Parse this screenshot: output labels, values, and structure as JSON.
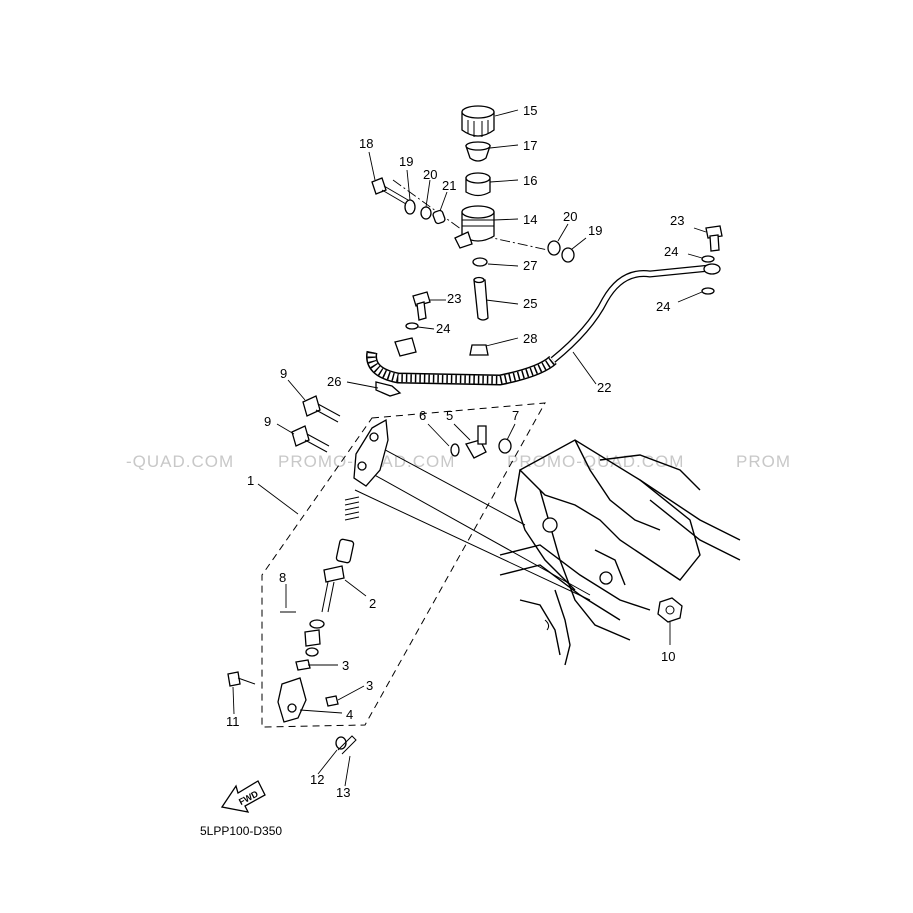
{
  "watermark": {
    "texts": [
      "-QUAD.COM",
      "PROMO-QUAD.COM",
      "PROMO-QUAD.COM",
      "PROM"
    ]
  },
  "diagram_code": "5LPP100-D350",
  "fwd_label": "FWD",
  "callouts": {
    "c1": "1",
    "c2": "2",
    "c3a": "3",
    "c3b": "3",
    "c4": "4",
    "c5": "5",
    "c6": "6",
    "c7": "7",
    "c8": "8",
    "c9a": "9",
    "c9b": "9",
    "c10": "10",
    "c11": "11",
    "c12": "12",
    "c13": "13",
    "c14": "14",
    "c15": "15",
    "c16": "16",
    "c17": "17",
    "c18": "18",
    "c19a": "19",
    "c19b": "19",
    "c20a": "20",
    "c20b": "20",
    "c21": "21",
    "c22": "22",
    "c23a": "23",
    "c23b": "23",
    "c24a": "24",
    "c24b": "24",
    "c24c": "24",
    "c25": "25",
    "c26": "26",
    "c27": "27",
    "c28": "28"
  }
}
